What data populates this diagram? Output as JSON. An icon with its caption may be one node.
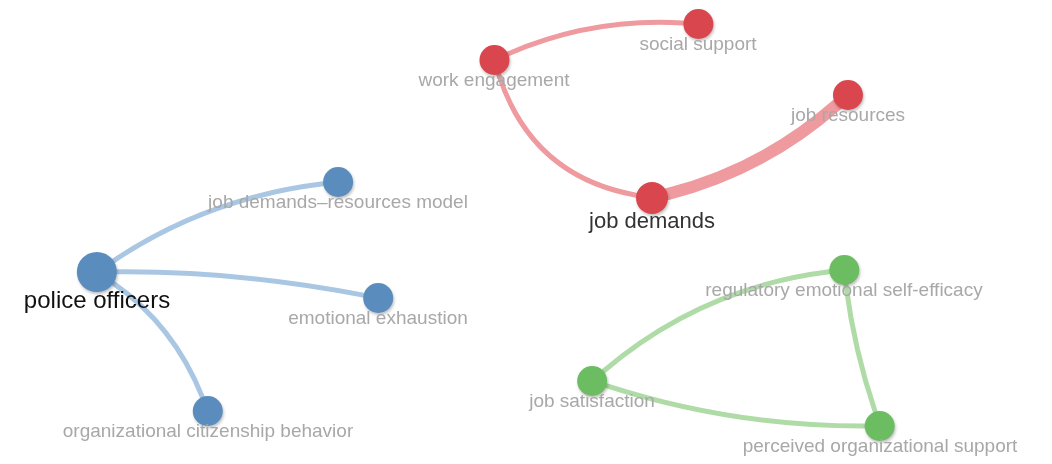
{
  "diagram": {
    "nodes": [
      {
        "text": [
          "social support"
        ]
      },
      {
        "text": [
          "work engagement"
        ]
      },
      {
        "text": [
          "job resources"
        ]
      },
      {
        "text": [
          "job demands"
        ]
      },
      {
        "text": [
          "job demands–resources model"
        ]
      },
      {
        "text": [
          "police officers"
        ]
      },
      {
        "text": [
          "emotional exhaustion"
        ]
      },
      {
        "text": [
          "regulatory emotional self-efficacy"
        ]
      },
      {
        "text": [
          "job satisfaction"
        ]
      },
      {
        "text": [
          "organizational citizenship behavior"
        ]
      },
      {
        "text": [
          "perceived organizational support"
        ]
      }
    ],
    "edges": [
      {
        "from": 1,
        "to": 0,
        "arrow": "none",
        "color": "#ef9a9e"
      },
      {
        "from": 1,
        "to": 3,
        "arrow": "none",
        "color": "#ef9a9e"
      },
      {
        "from": 3,
        "to": 2,
        "arrow": "none",
        "style": "thick",
        "color": "#ef9a9e"
      },
      {
        "from": 5,
        "to": 4,
        "arrow": "none",
        "color": "#a9c7e3"
      },
      {
        "from": 5,
        "to": 6,
        "arrow": "none",
        "color": "#a9c7e3"
      },
      {
        "from": 5,
        "to": 9,
        "arrow": "none",
        "color": "#a9c7e3"
      },
      {
        "from": 8,
        "to": 7,
        "arrow": "none",
        "color": "#aedba6"
      },
      {
        "from": 8,
        "to": 10,
        "arrow": "none",
        "color": "#aedba6"
      },
      {
        "from": 7,
        "to": 10,
        "arrow": "none",
        "color": "#aedba6"
      }
    ]
  }
}
